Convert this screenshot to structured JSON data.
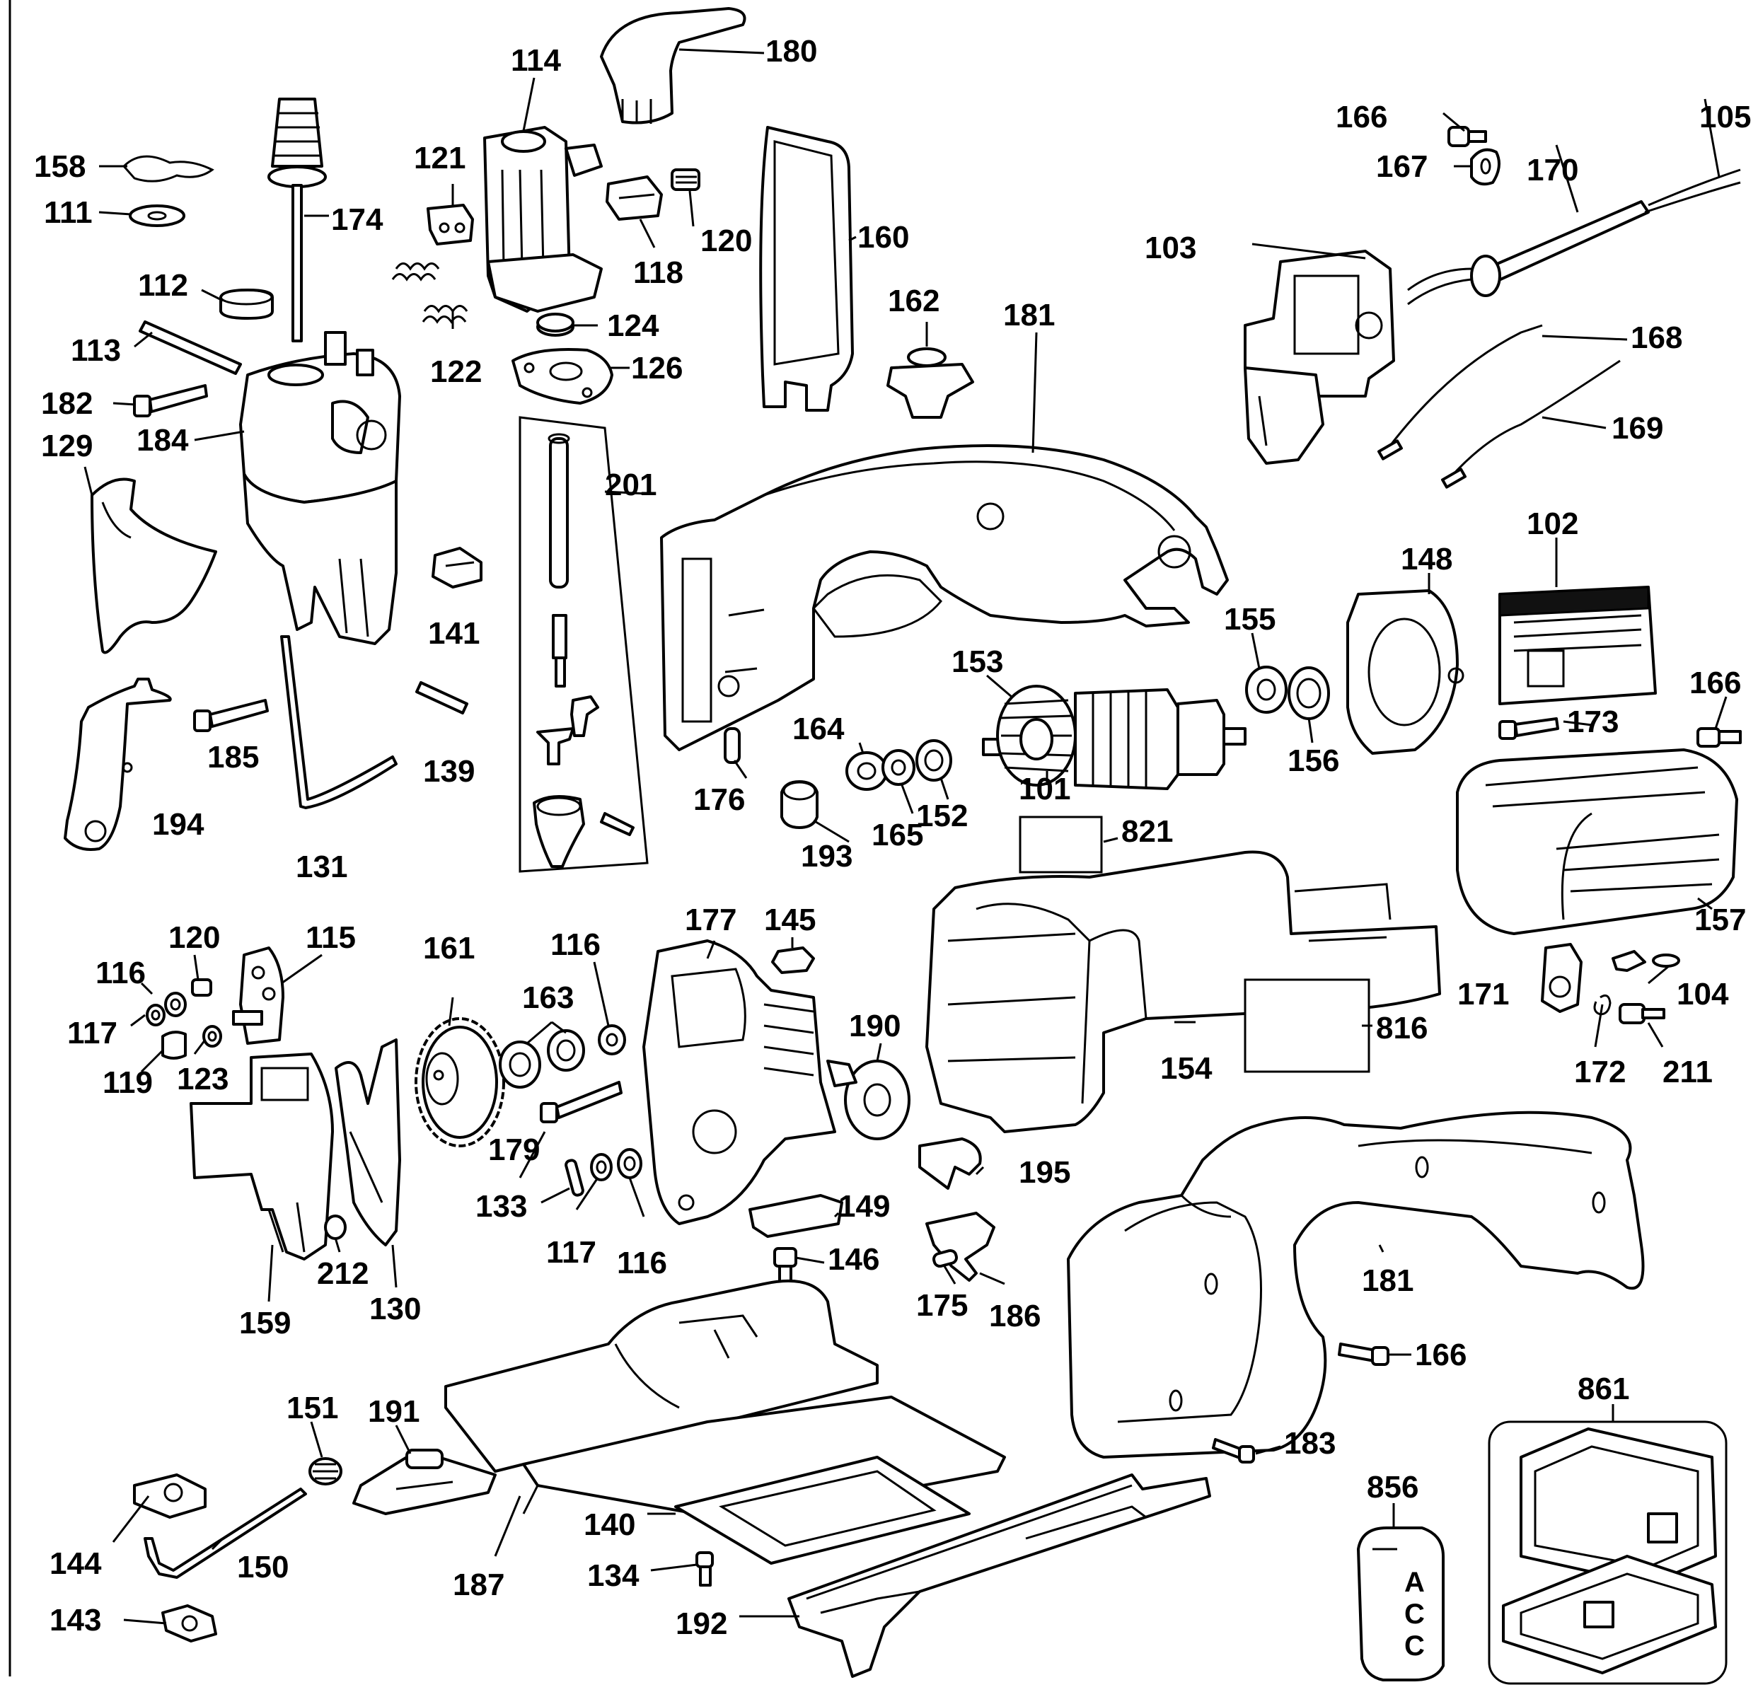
{
  "parts": [
    {
      "id": "p101",
      "label": "101"
    },
    {
      "id": "p102",
      "label": "102"
    },
    {
      "id": "p103",
      "label": "103"
    },
    {
      "id": "p104",
      "label": "104"
    },
    {
      "id": "p105",
      "label": "105"
    },
    {
      "id": "p111",
      "label": "111"
    },
    {
      "id": "p112",
      "label": "112"
    },
    {
      "id": "p113",
      "label": "113"
    },
    {
      "id": "p114",
      "label": "114"
    },
    {
      "id": "p115",
      "label": "115"
    },
    {
      "id": "p116a",
      "label": "116"
    },
    {
      "id": "p116b",
      "label": "116"
    },
    {
      "id": "p116c",
      "label": "116"
    },
    {
      "id": "p117a",
      "label": "117"
    },
    {
      "id": "p117b",
      "label": "117"
    },
    {
      "id": "p118",
      "label": "118"
    },
    {
      "id": "p119",
      "label": "119"
    },
    {
      "id": "p120a",
      "label": "120"
    },
    {
      "id": "p120b",
      "label": "120"
    },
    {
      "id": "p121",
      "label": "121"
    },
    {
      "id": "p122",
      "label": "122"
    },
    {
      "id": "p123",
      "label": "123"
    },
    {
      "id": "p124",
      "label": "124"
    },
    {
      "id": "p126",
      "label": "126"
    },
    {
      "id": "p129",
      "label": "129"
    },
    {
      "id": "p130",
      "label": "130"
    },
    {
      "id": "p131",
      "label": "131"
    },
    {
      "id": "p133",
      "label": "133"
    },
    {
      "id": "p134",
      "label": "134"
    },
    {
      "id": "p139",
      "label": "139"
    },
    {
      "id": "p140",
      "label": "140"
    },
    {
      "id": "p141",
      "label": "141"
    },
    {
      "id": "p143",
      "label": "143"
    },
    {
      "id": "p144",
      "label": "144"
    },
    {
      "id": "p145",
      "label": "145"
    },
    {
      "id": "p146",
      "label": "146"
    },
    {
      "id": "p148",
      "label": "148"
    },
    {
      "id": "p149",
      "label": "149"
    },
    {
      "id": "p150",
      "label": "150"
    },
    {
      "id": "p151",
      "label": "151"
    },
    {
      "id": "p152",
      "label": "152"
    },
    {
      "id": "p153",
      "label": "153"
    },
    {
      "id": "p154",
      "label": "154"
    },
    {
      "id": "p155",
      "label": "155"
    },
    {
      "id": "p156",
      "label": "156"
    },
    {
      "id": "p157",
      "label": "157"
    },
    {
      "id": "p158",
      "label": "158"
    },
    {
      "id": "p159",
      "label": "159"
    },
    {
      "id": "p160",
      "label": "160"
    },
    {
      "id": "p161",
      "label": "161"
    },
    {
      "id": "p162",
      "label": "162"
    },
    {
      "id": "p163",
      "label": "163"
    },
    {
      "id": "p164",
      "label": "164"
    },
    {
      "id": "p165",
      "label": "165"
    },
    {
      "id": "p166a",
      "label": "166"
    },
    {
      "id": "p166b",
      "label": "166"
    },
    {
      "id": "p166c",
      "label": "166"
    },
    {
      "id": "p167",
      "label": "167"
    },
    {
      "id": "p168",
      "label": "168"
    },
    {
      "id": "p169",
      "label": "169"
    },
    {
      "id": "p170",
      "label": "170"
    },
    {
      "id": "p171",
      "label": "171"
    },
    {
      "id": "p172",
      "label": "172"
    },
    {
      "id": "p173",
      "label": "173"
    },
    {
      "id": "p174",
      "label": "174"
    },
    {
      "id": "p175",
      "label": "175"
    },
    {
      "id": "p176",
      "label": "176"
    },
    {
      "id": "p177",
      "label": "177"
    },
    {
      "id": "p179",
      "label": "179"
    },
    {
      "id": "p180",
      "label": "180"
    },
    {
      "id": "p181a",
      "label": "181"
    },
    {
      "id": "p181b",
      "label": "181"
    },
    {
      "id": "p182",
      "label": "182"
    },
    {
      "id": "p183",
      "label": "183"
    },
    {
      "id": "p184",
      "label": "184"
    },
    {
      "id": "p185",
      "label": "185"
    },
    {
      "id": "p186",
      "label": "186"
    },
    {
      "id": "p187",
      "label": "187"
    },
    {
      "id": "p190",
      "label": "190"
    },
    {
      "id": "p191",
      "label": "191"
    },
    {
      "id": "p192",
      "label": "192"
    },
    {
      "id": "p193",
      "label": "193"
    },
    {
      "id": "p194",
      "label": "194"
    },
    {
      "id": "p195",
      "label": "195"
    },
    {
      "id": "p201",
      "label": "201"
    },
    {
      "id": "p211",
      "label": "211"
    },
    {
      "id": "p212",
      "label": "212"
    },
    {
      "id": "p816",
      "label": "816"
    },
    {
      "id": "p821",
      "label": "821"
    },
    {
      "id": "p856",
      "label": "856"
    },
    {
      "id": "p861",
      "label": "861"
    }
  ],
  "accessory_tag": {
    "letters": [
      "A",
      "C",
      "C"
    ]
  }
}
